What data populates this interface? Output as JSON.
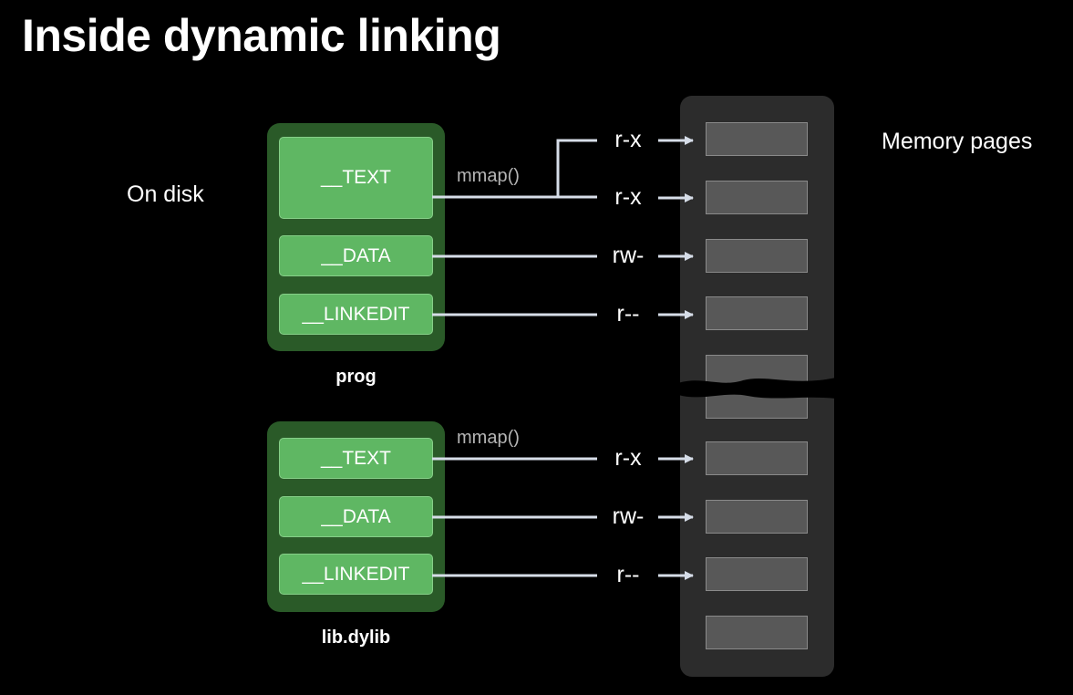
{
  "title": "Inside dynamic linking",
  "labels": {
    "on_disk": "On disk",
    "memory_pages": "Memory pages"
  },
  "files": [
    {
      "name": "prog",
      "mmap": "mmap()",
      "segments": [
        {
          "label": "__TEXT",
          "perms": [
            "r-x",
            "r-x"
          ]
        },
        {
          "label": "__DATA",
          "perms": [
            "rw-"
          ]
        },
        {
          "label": "__LINKEDIT",
          "perms": [
            "r--"
          ]
        }
      ]
    },
    {
      "name": "lib.dylib",
      "mmap": "mmap()",
      "segments": [
        {
          "label": "__TEXT",
          "perms": [
            "r-x"
          ]
        },
        {
          "label": "__DATA",
          "perms": [
            "rw-"
          ]
        },
        {
          "label": "__LINKEDIT",
          "perms": [
            "r--"
          ]
        }
      ]
    }
  ],
  "colors": {
    "segment": "#5fb763",
    "file_bg": "#2a5a28",
    "memory_bg": "#2c2c2c",
    "page": "#585858",
    "line": "#d6dde8"
  }
}
